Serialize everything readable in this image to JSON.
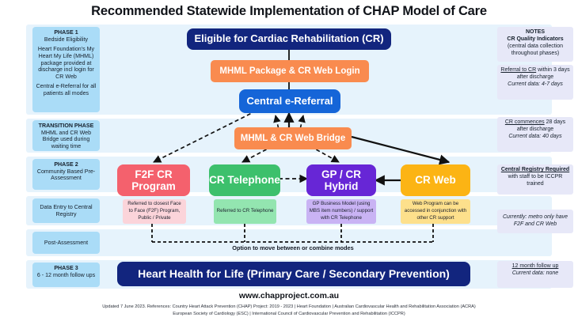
{
  "title": "Recommended Statewide Implementation of CHAP Model of Care",
  "colors": {
    "band": "#e6f3fc",
    "phase_chip": "#aadcf7",
    "note_chip": "#e7e8f8",
    "navy": "#12257e",
    "blue": "#1565d8",
    "orange": "#f98b4f",
    "red": "#f4616d",
    "green": "#3dc06c",
    "purple": "#6726d6",
    "amber": "#fcb414"
  },
  "phases": [
    {
      "heading": "PHASE 1",
      "sub": "Bedside Eligibility",
      "para1": "Heart Foundation's My Heart My Life (MHML) package provided at discharge incl login for CR Web",
      "para2": "Central e-Referral for all patients all modes"
    },
    {
      "heading": "TRANSITION PHASE",
      "sub": "MHML and CR Web Bridge used during waiting time",
      "para1": "",
      "para2": ""
    },
    {
      "heading": "PHASE 2",
      "sub": "Community Based Pre-Assessment",
      "para1": "",
      "para2": ""
    },
    {
      "heading": "",
      "sub": "Data Entry to Central Registry",
      "para1": "",
      "para2": ""
    },
    {
      "heading": "",
      "sub": "Post-Assessment",
      "para1": "",
      "para2": ""
    },
    {
      "heading": "PHASE 3",
      "sub": "6 - 12 month follow ups",
      "para1": "",
      "para2": ""
    }
  ],
  "notes": [
    {
      "heading": "NOTES",
      "line1": "CR Quality Indicators",
      "line2": "(central data collection throughout phases)",
      "italic": ""
    },
    {
      "heading": "",
      "underlined": "Referral to CR",
      "line1": " within 3 days after discharge",
      "italic": "Current data: 4-7 days"
    },
    {
      "heading": "",
      "underlined": "CR commences",
      "line1": " 28 days after discharge",
      "italic": "Current data: 40 days"
    },
    {
      "heading": "",
      "underlined": "Central Registry Required",
      "line1": "with staff to be ICCPR trained",
      "italic": ""
    },
    {
      "heading": "",
      "underlined": "",
      "line1": "",
      "italic": "Currently: metro only have F2F and CR Web"
    },
    {
      "heading": "",
      "underlined": "12 month follow up",
      "line1": "",
      "italic": "Current data: none"
    }
  ],
  "flow": {
    "eligible": "Eligible for Cardiac Rehabilitation (CR)",
    "mhml_login": "MHML Package & CR Web Login",
    "central_referral": "Central e-Referral",
    "bridge": "MHML & CR Web Bridge",
    "heart_health": "Heart Health for Life (Primary Care / Secondary Prevention)"
  },
  "modes": [
    {
      "label": "F2F CR Program",
      "desc": "Referred to closest Face to Face (F2F) Program, Public / Private"
    },
    {
      "label": "CR Telephone",
      "desc": "Referred to CR Telephone"
    },
    {
      "label": "GP / CR Hybrid",
      "desc": "GP Business Model (using MBS item numbers) / support with CR Telephone"
    },
    {
      "label": "CR Web",
      "desc": "Web Program can be accessed in conjunction with other CR support"
    }
  ],
  "caption": "Option to move between or combine modes",
  "footer": {
    "site": "www.chapproject.com.au",
    "refs_line1": "Updated 7 June 2023. References: Country Heart Attack Prevention (CHAP) Project: 2019 - 2023 | Heart Foundation | Australian Cardiovascular Health and Rehabilitation Association (ACRA)",
    "refs_line2": "European Society of Cardiology (ESC) | International Council of Cardiovascular Prevention and Rehabilitation (ICCPR)"
  }
}
